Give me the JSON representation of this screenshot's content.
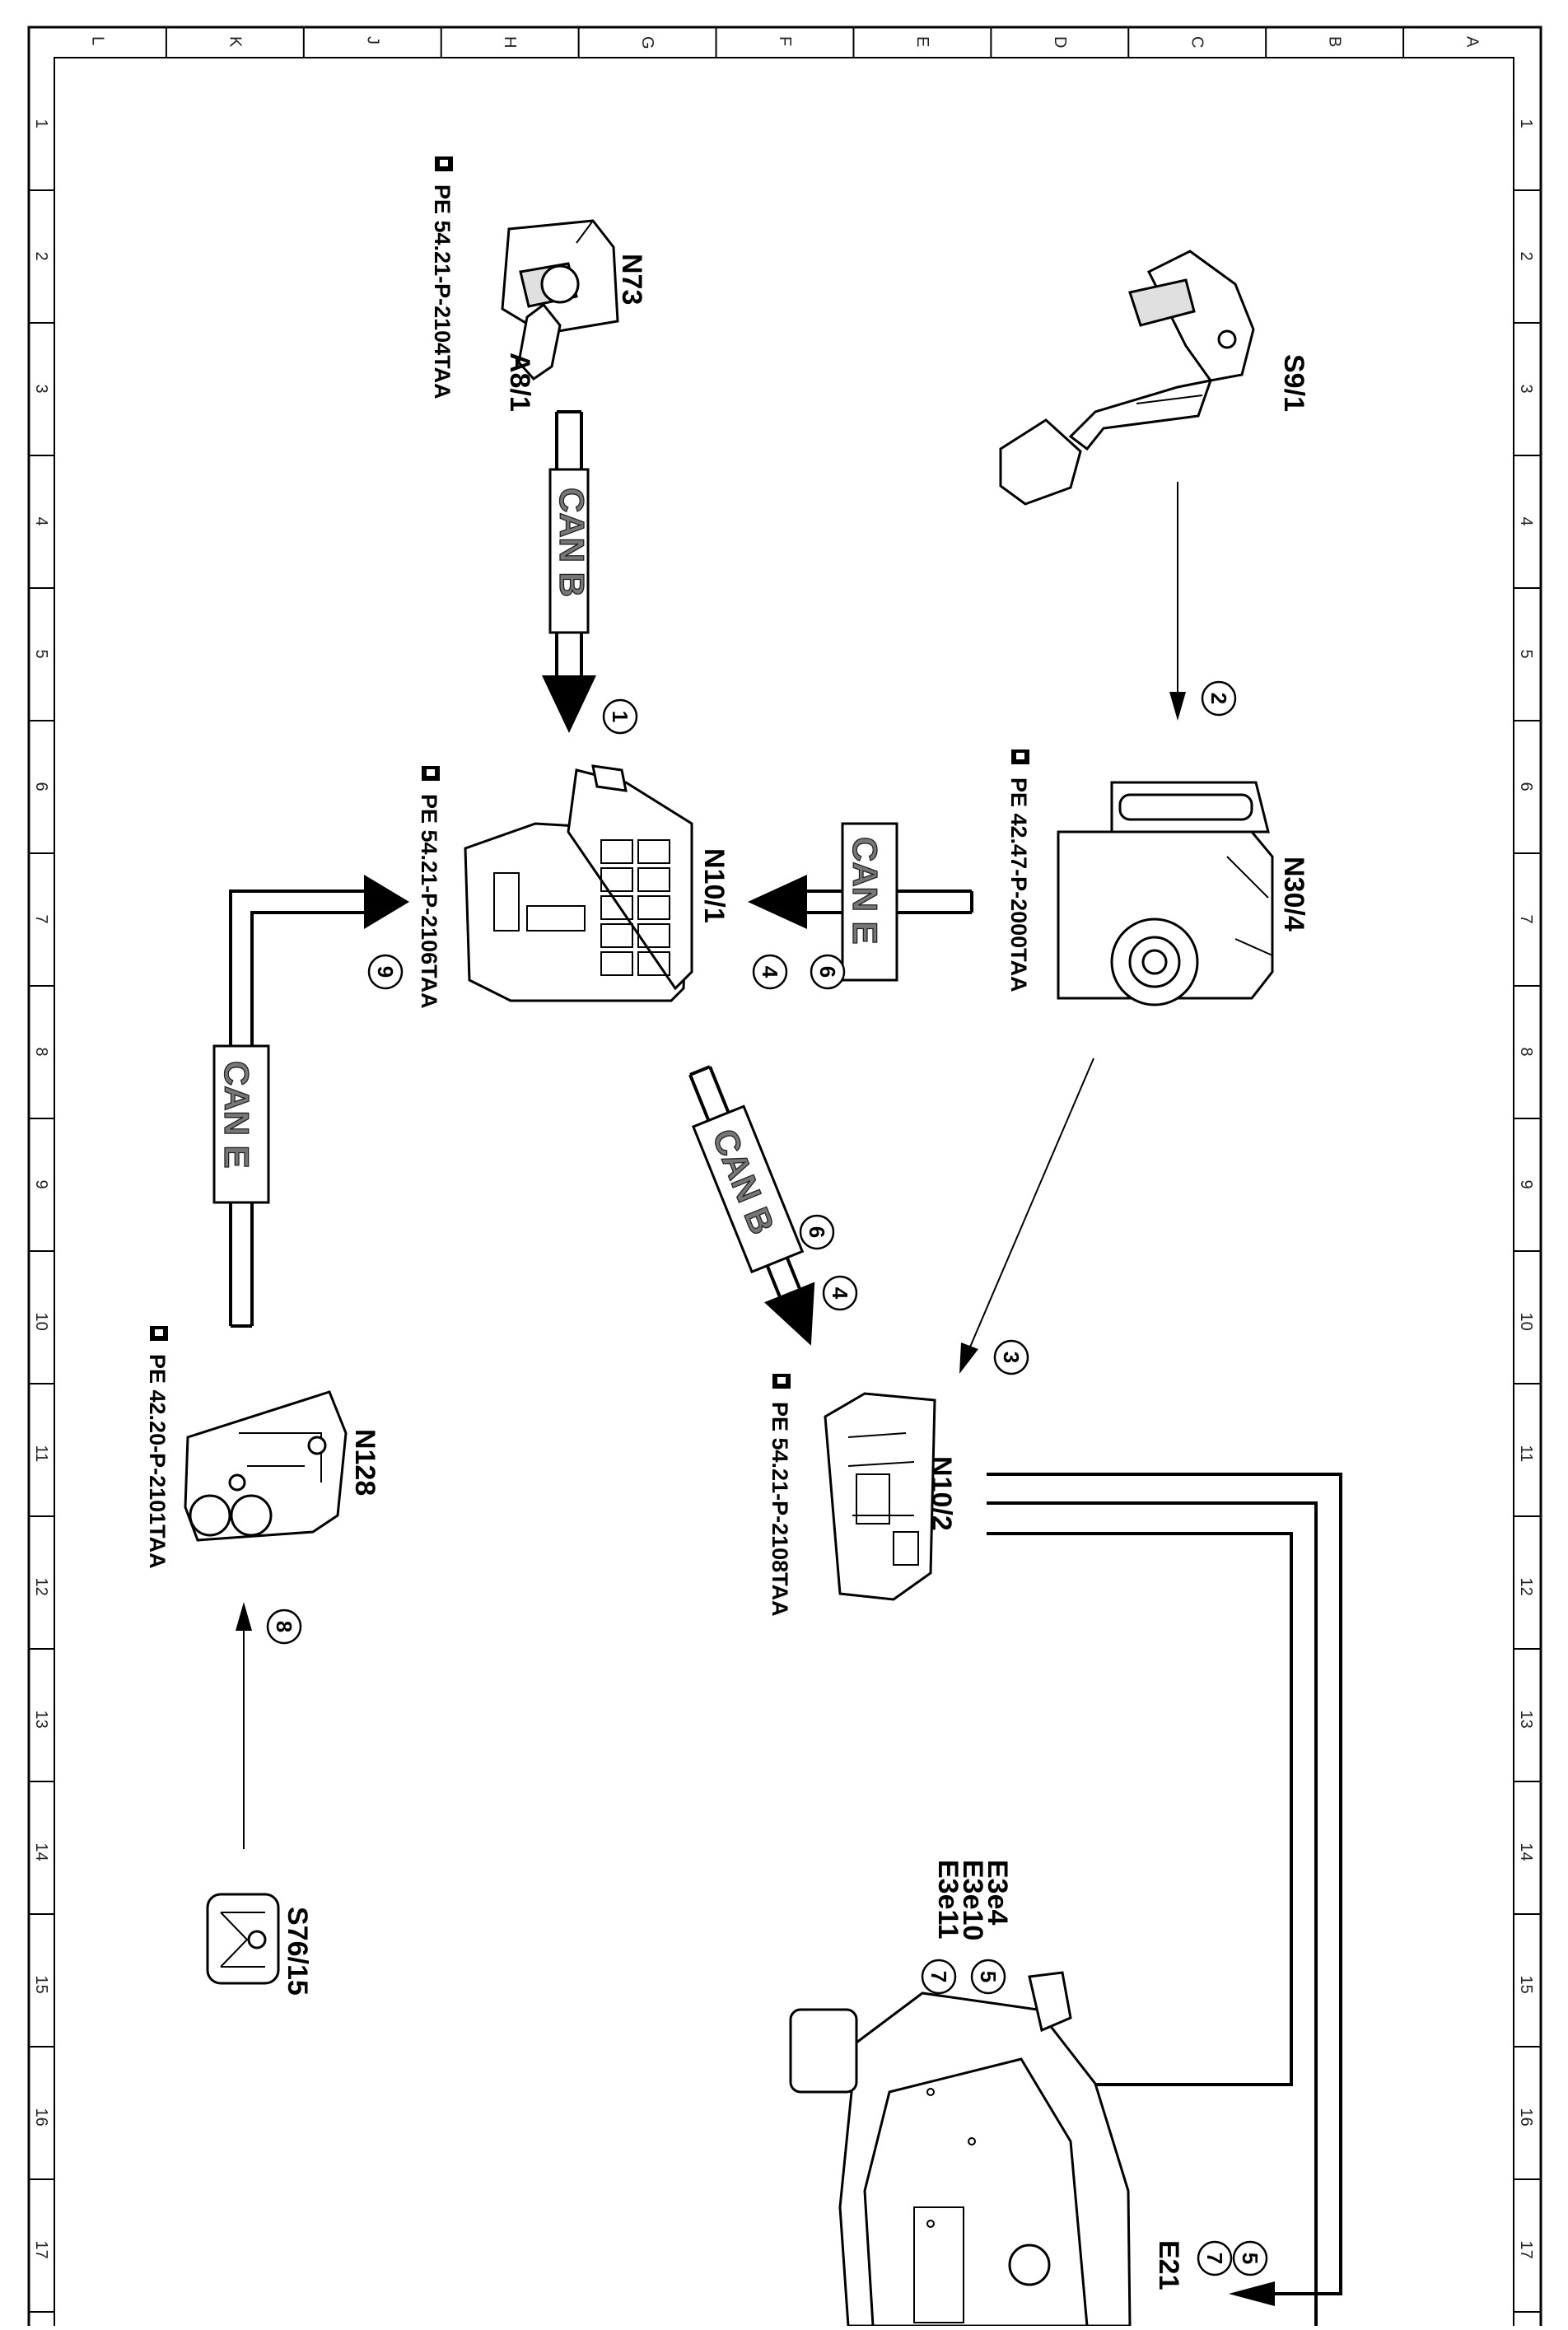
{
  "grid": {
    "columns": [
      "L",
      "K",
      "J",
      "H",
      "G",
      "F",
      "E",
      "D",
      "C",
      "B",
      "A"
    ],
    "rows": [
      "1",
      "2",
      "3",
      "4",
      "5",
      "6",
      "7",
      "8",
      "9",
      "10",
      "11",
      "12",
      "13",
      "14",
      "15",
      "16",
      "17"
    ]
  },
  "components": {
    "s9_1": "S9/1",
    "n30_4": "N30/4",
    "n73": "N73",
    "a8_1": "A8/1",
    "n10_1": "N10/1",
    "n10_2": "N10/2",
    "n128": "N128",
    "s76_15": "S76/15",
    "e21": "E21",
    "e3e4": "E3e4",
    "e3e10": "E3e10",
    "e3e11": "E3e11"
  },
  "references": {
    "n73": "PE 54.21-P-2104TAA",
    "n30_4": "PE 42.47-P-2000TAA",
    "n10_1": "PE 54.21-P-2106TAA",
    "n10_2": "PE 54.21-P-2108TAA",
    "n128": "PE 42.20-P-2101TAA"
  },
  "buses": {
    "n73_to_n10_1": "CAN B",
    "n30_4_to_n10_1": "CAN E",
    "n10_1_to_n10_2": "CAN B",
    "n128_to_n10_1": "CAN E"
  },
  "steps": {
    "s1": "1",
    "s2": "2",
    "s3": "3",
    "s6a": "6",
    "s4a": "4",
    "s9": "9",
    "s6b": "6",
    "s4b": "4",
    "s8": "8",
    "s5a": "5",
    "s7a": "7",
    "s5b": "5",
    "s7b": "7"
  }
}
